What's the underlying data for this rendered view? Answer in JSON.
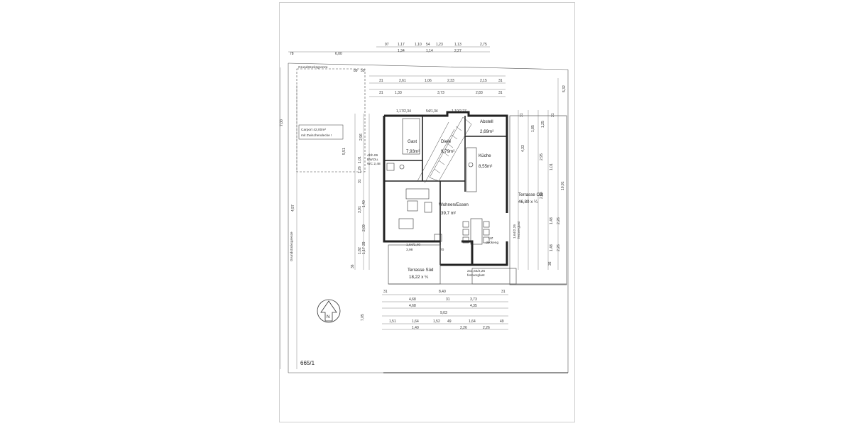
{
  "drawing": {
    "parcel": "665/1",
    "boundary_label": "Grundstücksgrenze",
    "north": "N",
    "carport": {
      "line1": "Carport 42,00m²",
      "line2": "mit Zwischendecke !"
    }
  },
  "rooms": {
    "gast": {
      "name": "Gast",
      "area": "7,93m²"
    },
    "diele": {
      "name": "Diele",
      "area": "9,79m²"
    },
    "abstell": {
      "name": "Abstell",
      "area": "2,69m²"
    },
    "kueche": {
      "name": "Küche",
      "area": "8,55m²"
    },
    "wohnen": {
      "name": "Wohnen/Essen",
      "area": "39,7 m²"
    },
    "wc": {
      "line1": "Abh.06",
      "line2": "BW.Du.",
      "line3": "WC 2,48"
    },
    "terrasse_ost": {
      "name": "Terrasse Ost",
      "area": "46,80 x ¼"
    },
    "terrasse_sued": {
      "name": "Terrasse Süd",
      "area": "18,22 x ¼"
    }
  },
  "labels": {
    "window_fest1": "1,64/2,26",
    "window_fest1b": "festverglast",
    "window_fest2": "2x1,64/2,26",
    "window_fest2b": "festverglast",
    "uz": "UZ",
    "deckeng": "deckeng",
    "w164": "1,64/1,40",
    "w398": "3,98",
    "w70": "70"
  },
  "dims_top": [
    "97",
    "1,17",
    "1,10",
    "54",
    "1,23",
    "1,13",
    "2,75",
    "1,34",
    "1,14",
    "2,27"
  ],
  "dims_top2": [
    "78",
    "6,00",
    "89",
    "50"
  ],
  "dims_top3": [
    "31",
    "2,61",
    "1,06",
    "2,33",
    "2,15",
    "31"
  ],
  "dims_top4": [
    "31",
    "1,33",
    "3,73",
    "2,83",
    "31"
  ],
  "dims_top5": [
    "1,17/2,34",
    "54/1,34",
    "1,10/2,27"
  ],
  "dims_bottom1": [
    "31",
    "8,40",
    "31"
  ],
  "dims_bottom2": [
    "4,68",
    "31",
    "3,73"
  ],
  "dims_bottom3": [
    "4,68",
    "4,35"
  ],
  "dims_bottom4": [
    "9,03"
  ],
  "dims_bottom5": [
    "1,51",
    "1,64",
    "1,52",
    "49",
    "1,64",
    "49"
  ],
  "dims_bottom6": [
    "1,40",
    "2,26",
    "2,26"
  ],
  "dims_left_outer": [
    "7,00",
    "5,51",
    "4,97",
    "7,05"
  ],
  "dims_left_inner": [
    "2,96",
    "1,01",
    "1,26",
    "31",
    "1,40",
    "3,91",
    "2,09",
    "29",
    "1,17",
    "1,82",
    "36"
  ],
  "dims_right": [
    "31",
    "1,85",
    "1,25",
    "31",
    "4,33",
    "2,95",
    "1,01",
    "10,91",
    "2,54",
    "1,48",
    "1,48",
    "2,26",
    "2,26",
    "36",
    "5,32"
  ]
}
